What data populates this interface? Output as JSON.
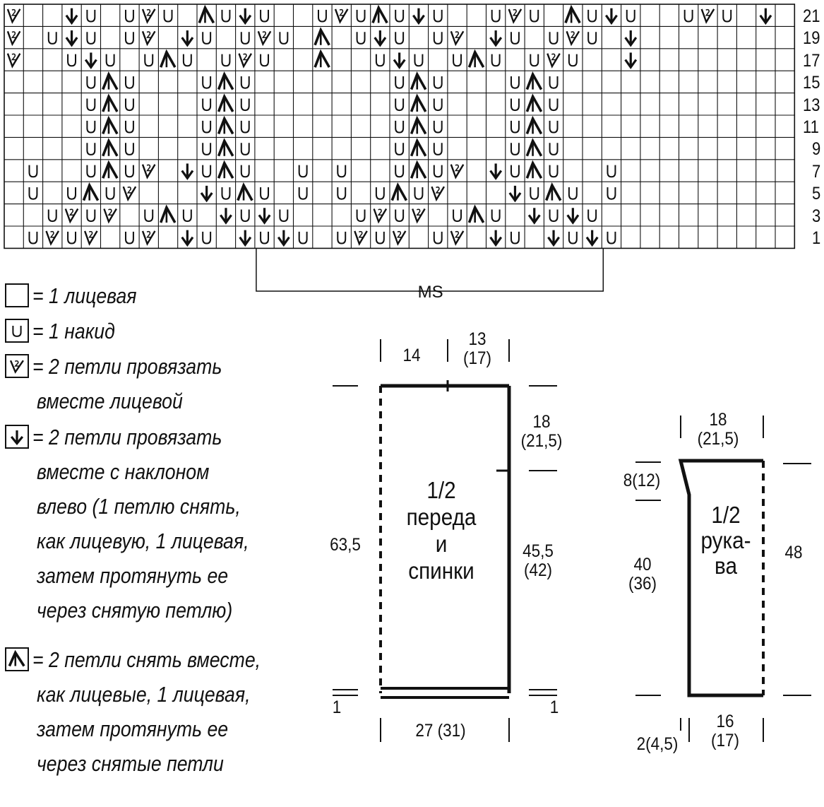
{
  "chart": {
    "grid_cols": 41,
    "grid_rows": 11,
    "row_numbers": [
      "21",
      "19",
      "17",
      "15",
      "13",
      "11",
      "9",
      "7",
      "5",
      "3",
      "1"
    ],
    "cells": [
      {
        "r": 0,
        "c": 0,
        "s": "k2tog"
      },
      {
        "r": 0,
        "c": 3,
        "s": "ssk"
      },
      {
        "r": 0,
        "c": 4,
        "s": "yo"
      },
      {
        "r": 0,
        "c": 6,
        "s": "yo"
      },
      {
        "r": 0,
        "c": 7,
        "s": "k2tog"
      },
      {
        "r": 0,
        "c": 8,
        "s": "yo"
      },
      {
        "r": 0,
        "c": 10,
        "s": "cdd"
      },
      {
        "r": 0,
        "c": 11,
        "s": "yo"
      },
      {
        "r": 0,
        "c": 12,
        "s": "ssk"
      },
      {
        "r": 0,
        "c": 13,
        "s": "yo"
      },
      {
        "r": 0,
        "c": 16,
        "s": "yo"
      },
      {
        "r": 0,
        "c": 17,
        "s": "k2tog"
      },
      {
        "r": 0,
        "c": 18,
        "s": "yo"
      },
      {
        "r": 0,
        "c": 19,
        "s": "cdd"
      },
      {
        "r": 0,
        "c": 20,
        "s": "yo"
      },
      {
        "r": 0,
        "c": 21,
        "s": "ssk"
      },
      {
        "r": 0,
        "c": 22,
        "s": "yo"
      },
      {
        "r": 0,
        "c": 25,
        "s": "yo"
      },
      {
        "r": 0,
        "c": 26,
        "s": "k2tog"
      },
      {
        "r": 0,
        "c": 27,
        "s": "yo"
      },
      {
        "r": 0,
        "c": 29,
        "s": "cdd"
      },
      {
        "r": 0,
        "c": 30,
        "s": "yo"
      },
      {
        "r": 0,
        "c": 31,
        "s": "ssk"
      },
      {
        "r": 0,
        "c": 32,
        "s": "yo"
      },
      {
        "r": 0,
        "c": 35,
        "s": "yo"
      },
      {
        "r": 0,
        "c": 36,
        "s": "k2tog"
      },
      {
        "r": 0,
        "c": 37,
        "s": "yo"
      },
      {
        "r": 0,
        "c": 39,
        "s": "ssk"
      },
      {
        "r": 1,
        "c": 0,
        "s": "k2tog"
      },
      {
        "r": 1,
        "c": 2,
        "s": "yo"
      },
      {
        "r": 1,
        "c": 3,
        "s": "ssk"
      },
      {
        "r": 1,
        "c": 4,
        "s": "yo"
      },
      {
        "r": 1,
        "c": 6,
        "s": "yo"
      },
      {
        "r": 1,
        "c": 7,
        "s": "k2tog"
      },
      {
        "r": 1,
        "c": 9,
        "s": "ssk"
      },
      {
        "r": 1,
        "c": 10,
        "s": "yo"
      },
      {
        "r": 1,
        "c": 12,
        "s": "yo"
      },
      {
        "r": 1,
        "c": 13,
        "s": "k2tog"
      },
      {
        "r": 1,
        "c": 14,
        "s": "yo"
      },
      {
        "r": 1,
        "c": 16,
        "s": "cdd"
      },
      {
        "r": 1,
        "c": 18,
        "s": "yo"
      },
      {
        "r": 1,
        "c": 19,
        "s": "ssk"
      },
      {
        "r": 1,
        "c": 20,
        "s": "yo"
      },
      {
        "r": 1,
        "c": 22,
        "s": "yo"
      },
      {
        "r": 1,
        "c": 23,
        "s": "k2tog"
      },
      {
        "r": 1,
        "c": 25,
        "s": "ssk"
      },
      {
        "r": 1,
        "c": 26,
        "s": "yo"
      },
      {
        "r": 1,
        "c": 28,
        "s": "yo"
      },
      {
        "r": 1,
        "c": 29,
        "s": "k2tog"
      },
      {
        "r": 1,
        "c": 30,
        "s": "yo"
      },
      {
        "r": 1,
        "c": 32,
        "s": "ssk"
      },
      {
        "r": 2,
        "c": 0,
        "s": "k2tog"
      },
      {
        "r": 2,
        "c": 3,
        "s": "yo"
      },
      {
        "r": 2,
        "c": 4,
        "s": "ssk"
      },
      {
        "r": 2,
        "c": 5,
        "s": "yo"
      },
      {
        "r": 2,
        "c": 7,
        "s": "yo"
      },
      {
        "r": 2,
        "c": 8,
        "s": "cdd"
      },
      {
        "r": 2,
        "c": 9,
        "s": "yo"
      },
      {
        "r": 2,
        "c": 11,
        "s": "yo"
      },
      {
        "r": 2,
        "c": 12,
        "s": "k2tog"
      },
      {
        "r": 2,
        "c": 13,
        "s": "yo"
      },
      {
        "r": 2,
        "c": 16,
        "s": "cdd"
      },
      {
        "r": 2,
        "c": 19,
        "s": "yo"
      },
      {
        "r": 2,
        "c": 20,
        "s": "ssk"
      },
      {
        "r": 2,
        "c": 21,
        "s": "yo"
      },
      {
        "r": 2,
        "c": 23,
        "s": "yo"
      },
      {
        "r": 2,
        "c": 24,
        "s": "cdd"
      },
      {
        "r": 2,
        "c": 25,
        "s": "yo"
      },
      {
        "r": 2,
        "c": 27,
        "s": "yo"
      },
      {
        "r": 2,
        "c": 28,
        "s": "k2tog"
      },
      {
        "r": 2,
        "c": 29,
        "s": "yo"
      },
      {
        "r": 2,
        "c": 32,
        "s": "ssk"
      },
      {
        "r": 3,
        "c": 4,
        "s": "yo"
      },
      {
        "r": 3,
        "c": 5,
        "s": "cdd"
      },
      {
        "r": 3,
        "c": 6,
        "s": "yo"
      },
      {
        "r": 3,
        "c": 10,
        "s": "yo"
      },
      {
        "r": 3,
        "c": 11,
        "s": "cdd"
      },
      {
        "r": 3,
        "c": 12,
        "s": "yo"
      },
      {
        "r": 3,
        "c": 20,
        "s": "yo"
      },
      {
        "r": 3,
        "c": 21,
        "s": "cdd"
      },
      {
        "r": 3,
        "c": 22,
        "s": "yo"
      },
      {
        "r": 3,
        "c": 26,
        "s": "yo"
      },
      {
        "r": 3,
        "c": 27,
        "s": "cdd"
      },
      {
        "r": 3,
        "c": 28,
        "s": "yo"
      },
      {
        "r": 4,
        "c": 4,
        "s": "yo"
      },
      {
        "r": 4,
        "c": 5,
        "s": "cdd"
      },
      {
        "r": 4,
        "c": 6,
        "s": "yo"
      },
      {
        "r": 4,
        "c": 10,
        "s": "yo"
      },
      {
        "r": 4,
        "c": 11,
        "s": "cdd"
      },
      {
        "r": 4,
        "c": 12,
        "s": "yo"
      },
      {
        "r": 4,
        "c": 20,
        "s": "yo"
      },
      {
        "r": 4,
        "c": 21,
        "s": "cdd"
      },
      {
        "r": 4,
        "c": 22,
        "s": "yo"
      },
      {
        "r": 4,
        "c": 26,
        "s": "yo"
      },
      {
        "r": 4,
        "c": 27,
        "s": "cdd"
      },
      {
        "r": 4,
        "c": 28,
        "s": "yo"
      },
      {
        "r": 5,
        "c": 4,
        "s": "yo"
      },
      {
        "r": 5,
        "c": 5,
        "s": "cdd"
      },
      {
        "r": 5,
        "c": 6,
        "s": "yo"
      },
      {
        "r": 5,
        "c": 10,
        "s": "yo"
      },
      {
        "r": 5,
        "c": 11,
        "s": "cdd"
      },
      {
        "r": 5,
        "c": 12,
        "s": "yo"
      },
      {
        "r": 5,
        "c": 20,
        "s": "yo"
      },
      {
        "r": 5,
        "c": 21,
        "s": "cdd"
      },
      {
        "r": 5,
        "c": 22,
        "s": "yo"
      },
      {
        "r": 5,
        "c": 26,
        "s": "yo"
      },
      {
        "r": 5,
        "c": 27,
        "s": "cdd"
      },
      {
        "r": 5,
        "c": 28,
        "s": "yo"
      },
      {
        "r": 6,
        "c": 4,
        "s": "yo"
      },
      {
        "r": 6,
        "c": 5,
        "s": "cdd"
      },
      {
        "r": 6,
        "c": 6,
        "s": "yo"
      },
      {
        "r": 6,
        "c": 10,
        "s": "yo"
      },
      {
        "r": 6,
        "c": 11,
        "s": "cdd"
      },
      {
        "r": 6,
        "c": 12,
        "s": "yo"
      },
      {
        "r": 6,
        "c": 20,
        "s": "yo"
      },
      {
        "r": 6,
        "c": 21,
        "s": "cdd"
      },
      {
        "r": 6,
        "c": 22,
        "s": "yo"
      },
      {
        "r": 6,
        "c": 26,
        "s": "yo"
      },
      {
        "r": 6,
        "c": 27,
        "s": "cdd"
      },
      {
        "r": 6,
        "c": 28,
        "s": "yo"
      },
      {
        "r": 7,
        "c": 1,
        "s": "yo"
      },
      {
        "r": 7,
        "c": 4,
        "s": "yo"
      },
      {
        "r": 7,
        "c": 5,
        "s": "cdd"
      },
      {
        "r": 7,
        "c": 6,
        "s": "yo"
      },
      {
        "r": 7,
        "c": 7,
        "s": "k2tog"
      },
      {
        "r": 7,
        "c": 9,
        "s": "ssk"
      },
      {
        "r": 7,
        "c": 10,
        "s": "yo"
      },
      {
        "r": 7,
        "c": 11,
        "s": "cdd"
      },
      {
        "r": 7,
        "c": 12,
        "s": "yo"
      },
      {
        "r": 7,
        "c": 15,
        "s": "yo"
      },
      {
        "r": 7,
        "c": 17,
        "s": "yo"
      },
      {
        "r": 7,
        "c": 20,
        "s": "yo"
      },
      {
        "r": 7,
        "c": 21,
        "s": "cdd"
      },
      {
        "r": 7,
        "c": 22,
        "s": "yo"
      },
      {
        "r": 7,
        "c": 23,
        "s": "k2tog"
      },
      {
        "r": 7,
        "c": 25,
        "s": "ssk"
      },
      {
        "r": 7,
        "c": 26,
        "s": "yo"
      },
      {
        "r": 7,
        "c": 27,
        "s": "cdd"
      },
      {
        "r": 7,
        "c": 28,
        "s": "yo"
      },
      {
        "r": 7,
        "c": 31,
        "s": "yo"
      },
      {
        "r": 8,
        "c": 1,
        "s": "yo"
      },
      {
        "r": 8,
        "c": 3,
        "s": "yo"
      },
      {
        "r": 8,
        "c": 4,
        "s": "cdd"
      },
      {
        "r": 8,
        "c": 5,
        "s": "yo"
      },
      {
        "r": 8,
        "c": 6,
        "s": "k2tog"
      },
      {
        "r": 8,
        "c": 10,
        "s": "ssk"
      },
      {
        "r": 8,
        "c": 11,
        "s": "yo"
      },
      {
        "r": 8,
        "c": 12,
        "s": "cdd"
      },
      {
        "r": 8,
        "c": 13,
        "s": "yo"
      },
      {
        "r": 8,
        "c": 15,
        "s": "yo"
      },
      {
        "r": 8,
        "c": 17,
        "s": "yo"
      },
      {
        "r": 8,
        "c": 19,
        "s": "yo"
      },
      {
        "r": 8,
        "c": 20,
        "s": "cdd"
      },
      {
        "r": 8,
        "c": 21,
        "s": "yo"
      },
      {
        "r": 8,
        "c": 22,
        "s": "k2tog"
      },
      {
        "r": 8,
        "c": 26,
        "s": "ssk"
      },
      {
        "r": 8,
        "c": 27,
        "s": "yo"
      },
      {
        "r": 8,
        "c": 28,
        "s": "cdd"
      },
      {
        "r": 8,
        "c": 29,
        "s": "yo"
      },
      {
        "r": 8,
        "c": 31,
        "s": "yo"
      },
      {
        "r": 9,
        "c": 2,
        "s": "yo"
      },
      {
        "r": 9,
        "c": 3,
        "s": "k2tog"
      },
      {
        "r": 9,
        "c": 4,
        "s": "yo"
      },
      {
        "r": 9,
        "c": 5,
        "s": "k2tog"
      },
      {
        "r": 9,
        "c": 7,
        "s": "yo"
      },
      {
        "r": 9,
        "c": 8,
        "s": "cdd"
      },
      {
        "r": 9,
        "c": 9,
        "s": "yo"
      },
      {
        "r": 9,
        "c": 11,
        "s": "ssk"
      },
      {
        "r": 9,
        "c": 12,
        "s": "yo"
      },
      {
        "r": 9,
        "c": 13,
        "s": "ssk"
      },
      {
        "r": 9,
        "c": 14,
        "s": "yo"
      },
      {
        "r": 9,
        "c": 18,
        "s": "yo"
      },
      {
        "r": 9,
        "c": 19,
        "s": "k2tog"
      },
      {
        "r": 9,
        "c": 20,
        "s": "yo"
      },
      {
        "r": 9,
        "c": 21,
        "s": "k2tog"
      },
      {
        "r": 9,
        "c": 23,
        "s": "yo"
      },
      {
        "r": 9,
        "c": 24,
        "s": "cdd"
      },
      {
        "r": 9,
        "c": 25,
        "s": "yo"
      },
      {
        "r": 9,
        "c": 27,
        "s": "ssk"
      },
      {
        "r": 9,
        "c": 28,
        "s": "yo"
      },
      {
        "r": 9,
        "c": 29,
        "s": "ssk"
      },
      {
        "r": 9,
        "c": 30,
        "s": "yo"
      },
      {
        "r": 10,
        "c": 1,
        "s": "yo"
      },
      {
        "r": 10,
        "c": 2,
        "s": "k2tog"
      },
      {
        "r": 10,
        "c": 3,
        "s": "yo"
      },
      {
        "r": 10,
        "c": 4,
        "s": "k2tog"
      },
      {
        "r": 10,
        "c": 6,
        "s": "yo"
      },
      {
        "r": 10,
        "c": 7,
        "s": "k2tog"
      },
      {
        "r": 10,
        "c": 9,
        "s": "ssk"
      },
      {
        "r": 10,
        "c": 10,
        "s": "yo"
      },
      {
        "r": 10,
        "c": 12,
        "s": "ssk"
      },
      {
        "r": 10,
        "c": 13,
        "s": "yo"
      },
      {
        "r": 10,
        "c": 14,
        "s": "ssk"
      },
      {
        "r": 10,
        "c": 15,
        "s": "yo"
      },
      {
        "r": 10,
        "c": 17,
        "s": "yo"
      },
      {
        "r": 10,
        "c": 18,
        "s": "k2tog"
      },
      {
        "r": 10,
        "c": 19,
        "s": "yo"
      },
      {
        "r": 10,
        "c": 20,
        "s": "k2tog"
      },
      {
        "r": 10,
        "c": 22,
        "s": "yo"
      },
      {
        "r": 10,
        "c": 23,
        "s": "k2tog"
      },
      {
        "r": 10,
        "c": 25,
        "s": "ssk"
      },
      {
        "r": 10,
        "c": 26,
        "s": "yo"
      },
      {
        "r": 10,
        "c": 28,
        "s": "ssk"
      },
      {
        "r": 10,
        "c": 29,
        "s": "yo"
      },
      {
        "r": 10,
        "c": 30,
        "s": "ssk"
      },
      {
        "r": 10,
        "c": 31,
        "s": "yo"
      }
    ],
    "repeat": {
      "label": "MS",
      "col_start": 13,
      "col_end": 30
    }
  },
  "legend": [
    {
      "symbol": "knit",
      "icon": "empty-square-icon",
      "lines": [
        "= 1 лицевая"
      ]
    },
    {
      "symbol": "yo",
      "icon": "yarn-over-icon",
      "lines": [
        "= 1 накид"
      ]
    },
    {
      "symbol": "k2tog",
      "icon": "k2tog-icon",
      "lines": [
        "= 2 петли провязать",
        "вместе лицевой"
      ]
    },
    {
      "symbol": "ssk",
      "icon": "ssk-icon",
      "lines": [
        "= 2 петли провязать",
        "вместе с наклоном",
        "влево (1 петлю снять,",
        "как лицевую, 1 лицевая,",
        "затем протянуть ее",
        "через снятую петлю)"
      ]
    },
    {
      "symbol": "cdd",
      "icon": "double-decrease-icon",
      "lines": [
        "= 2 петли снять вместе,",
        "как лицевые, 1 лицевая,",
        "затем протянуть ее",
        "через снятые петли"
      ]
    }
  ],
  "body_piece": {
    "label_lines": [
      "1/2",
      "переда",
      "и",
      "спинки"
    ],
    "top_left": "14",
    "top_right_lines": [
      "13",
      "(17)"
    ],
    "armhole_lines": [
      "18",
      "(21,5)"
    ],
    "side_lines": [
      "45,5",
      "(42)"
    ],
    "total_height": "63,5",
    "hem_left": "1",
    "hem_right": "1",
    "bottom_width": "27  (31)"
  },
  "sleeve_piece": {
    "label_lines": [
      "1/2",
      "рука-",
      "ва"
    ],
    "top_width_lines": [
      "18",
      "(21,5)"
    ],
    "cap_lines": [
      "8(12)"
    ],
    "length_lines": [
      "40",
      "(36)"
    ],
    "total_height": "48",
    "offset": "2(4,5)",
    "bottom_width_lines": [
      "16",
      "(17)"
    ]
  },
  "colors": {
    "ink": "#111111",
    "background": "#ffffff"
  }
}
